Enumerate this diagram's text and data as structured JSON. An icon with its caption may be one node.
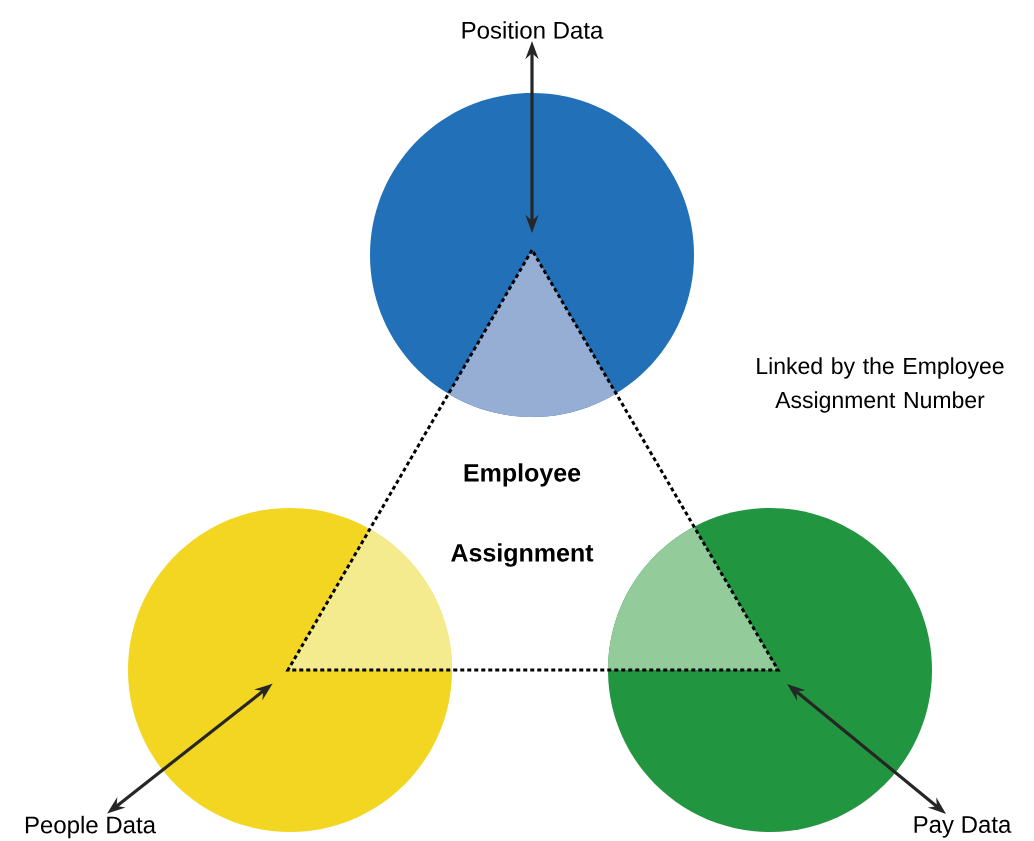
{
  "diagram": {
    "nodes": [
      {
        "text": [
          "Position Data"
        ]
      },
      {
        "text": [],
        "shape": "circle"
      },
      {
        "text": [
          "Employee Assignment"
        ]
      },
      {
        "text": [],
        "shape": "circle"
      },
      {
        "text": [],
        "shape": "circle"
      },
      {
        "text": [
          "People Data"
        ]
      },
      {
        "text": [
          "Pay Data"
        ]
      }
    ],
    "edges": [
      {
        "from": 0,
        "to": 1,
        "arrow": "both"
      },
      {
        "from": 5,
        "to": 3,
        "arrow": "both"
      },
      {
        "from": 6,
        "to": 4,
        "arrow": "both"
      }
    ],
    "labels": [
      "Linked by the Employee Assignment Number"
    ]
  }
}
